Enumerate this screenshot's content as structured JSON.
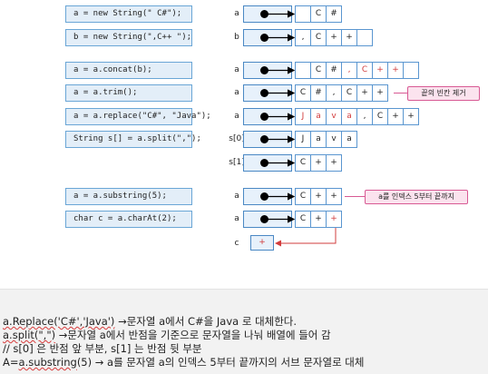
{
  "rows": [
    {
      "code": "a = new String(\" C#\");",
      "var": "a",
      "cells": [
        " ",
        "C",
        "#"
      ],
      "red": []
    },
    {
      "code": "b = new String(\",C++ \");",
      "var": "b",
      "cells": [
        ",",
        "C",
        "+",
        "+",
        " "
      ],
      "red": []
    },
    {
      "code": "a = a.concat(b);",
      "var": "a",
      "cells": [
        " ",
        "C",
        "#",
        ",",
        "C",
        "+",
        "+",
        " "
      ],
      "red": [
        3,
        4,
        5,
        6
      ]
    },
    {
      "code": "a = a.trim();",
      "var": "a",
      "cells": [
        "C",
        "#",
        ",",
        "C",
        "+",
        "+"
      ],
      "red": []
    },
    {
      "code": "a = a.replace(\"C#\", \"Java\");",
      "var": "a",
      "cells": [
        "J",
        "a",
        "v",
        "a",
        ",",
        "C",
        "+",
        "+"
      ],
      "red": [
        0,
        1,
        2,
        3
      ]
    },
    {
      "code": "String s[] = a.split(\",\");",
      "var": "s[0]",
      "cells": [
        "J",
        "a",
        "v",
        "a"
      ],
      "red": []
    },
    {
      "code": "",
      "var": "s[1]",
      "cells": [
        "C",
        "+",
        "+"
      ],
      "red": []
    },
    {
      "code": "a = a.substring(5);",
      "var": "a",
      "cells": [
        "C",
        "+",
        "+"
      ],
      "red": []
    },
    {
      "code": "char c = a.charAt(2);",
      "var": "a",
      "cells": [
        "C",
        "+",
        "+"
      ],
      "red": [
        2
      ]
    }
  ],
  "c_var": "c",
  "c_value": "+",
  "callouts": {
    "trim": "끝의 빈칸 제거",
    "substring": "a를 인덱스 5부터 끝까지"
  },
  "notes": {
    "line1_a": "a.Replace('C#','Java')",
    "line1_b": " →문자열 a에서 C#을 Java 로 대체한다.",
    "line2_a": "a.split(\",\")",
    "line2_b": " →문자열 a에서 반점을 기준으로 문자열을 나눠 배열에 들어 감",
    "line3": "// s[0] 은 반점 앞 부분, s[1] 는 반점 뒷 부분",
    "line4_a": "A=",
    "line4_b": "a.substring",
    "line4_c": "(5) → a를 문자열 a의 인덱스 5부터 끝까지의 서브 문자열로 대체"
  }
}
